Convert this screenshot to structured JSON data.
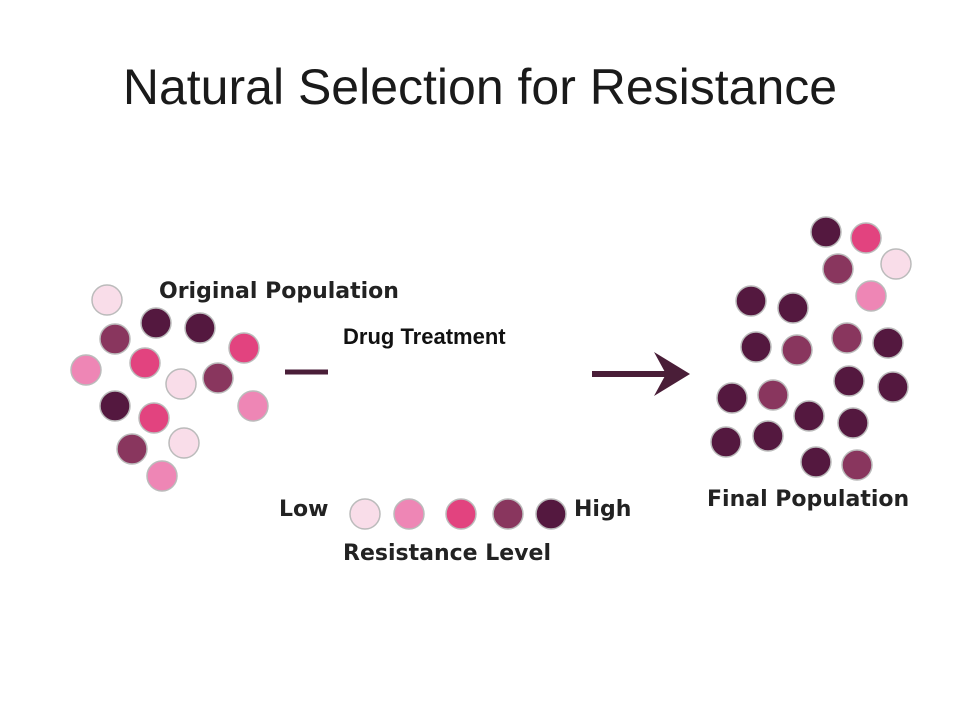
{
  "slide": {
    "title": "Natural Selection for Resistance"
  },
  "diagram": {
    "original_label": "Original Population",
    "treatment_label": "Drug Treatment",
    "final_label": "Final Population",
    "legend": {
      "low_label": "Low",
      "high_label": "High",
      "title": "Resistance Level"
    },
    "resistance_colors": [
      "#f9dde9",
      "#ee86b5",
      "#e2437f",
      "#89365e",
      "#54183f"
    ],
    "stroke_color": "#bbbbbb",
    "arrow_color": "#4a1e38"
  }
}
